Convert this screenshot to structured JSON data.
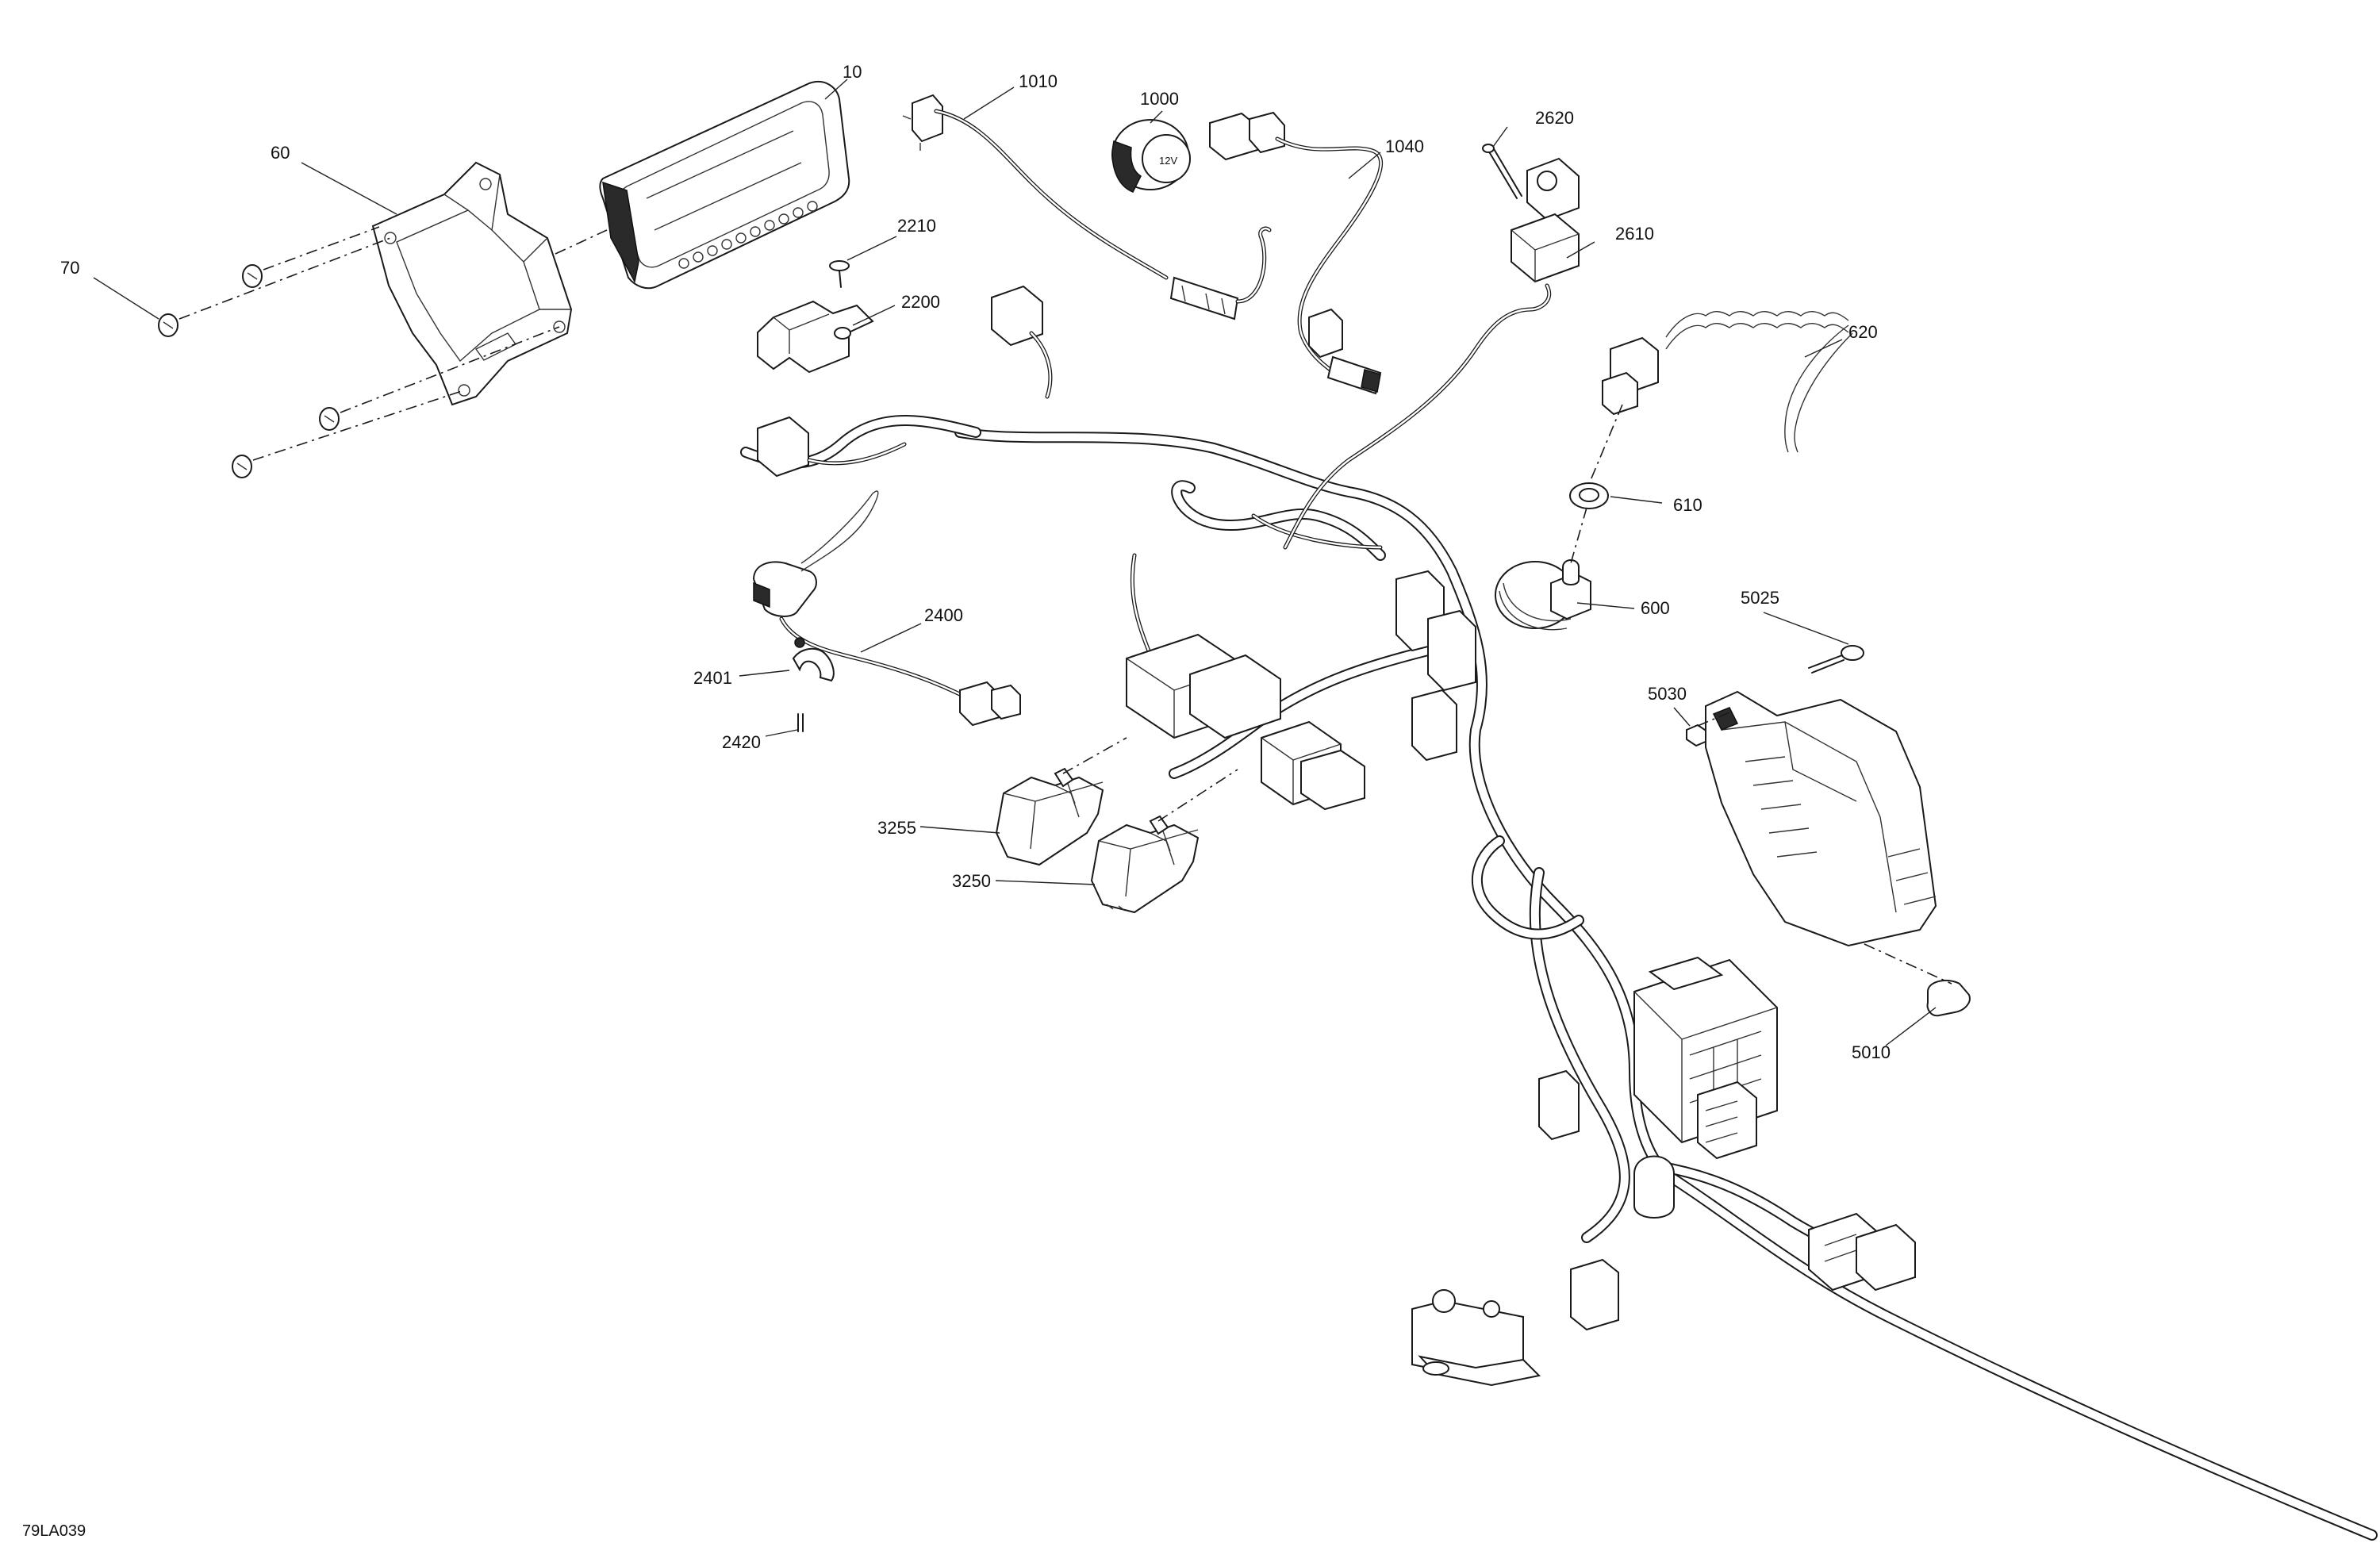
{
  "figure": {
    "id": "79LA039",
    "callouts": [
      {
        "key": "p10",
        "label": "10"
      },
      {
        "key": "p60",
        "label": "60"
      },
      {
        "key": "p70",
        "label": "70"
      },
      {
        "key": "p1010",
        "label": "1010"
      },
      {
        "key": "p1000",
        "label": "1000"
      },
      {
        "key": "p1040",
        "label": "1040"
      },
      {
        "key": "p2620",
        "label": "2620"
      },
      {
        "key": "p2610",
        "label": "2610"
      },
      {
        "key": "p2210",
        "label": "2210"
      },
      {
        "key": "p2200",
        "label": "2200"
      },
      {
        "key": "p620",
        "label": "620"
      },
      {
        "key": "p610",
        "label": "610"
      },
      {
        "key": "p600",
        "label": "600"
      },
      {
        "key": "p2400",
        "label": "2400"
      },
      {
        "key": "p2401",
        "label": "2401"
      },
      {
        "key": "p2420",
        "label": "2420"
      },
      {
        "key": "p5025",
        "label": "5025"
      },
      {
        "key": "p5030",
        "label": "5030"
      },
      {
        "key": "p3255",
        "label": "3255"
      },
      {
        "key": "p3250",
        "label": "3250"
      },
      {
        "key": "p5010",
        "label": "5010"
      }
    ]
  },
  "icons": {
    "accessory_socket_mark": "12V"
  }
}
